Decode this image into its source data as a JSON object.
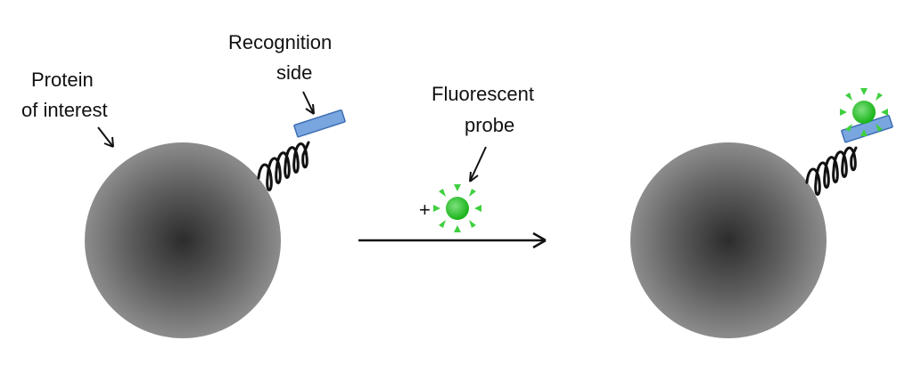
{
  "labels": {
    "protein_line1": "Protein",
    "protein_line2": "of interest",
    "recognition_line1": "Recognition",
    "recognition_line2": "side",
    "probe_line1": "Fluorescent",
    "probe_line2": "probe",
    "plus": "+"
  },
  "colors": {
    "sphere_center": "#2c2c2c",
    "sphere_mid": "#5e5e5e",
    "sphere_edge": "#8c8c8c",
    "tag_fill": "#7aa6e0",
    "tag_stroke": "#3d6fb3",
    "probe_core": "#18b418",
    "probe_rays": "#3fcf3f",
    "linker": "#111111",
    "arrow": "#111111"
  }
}
